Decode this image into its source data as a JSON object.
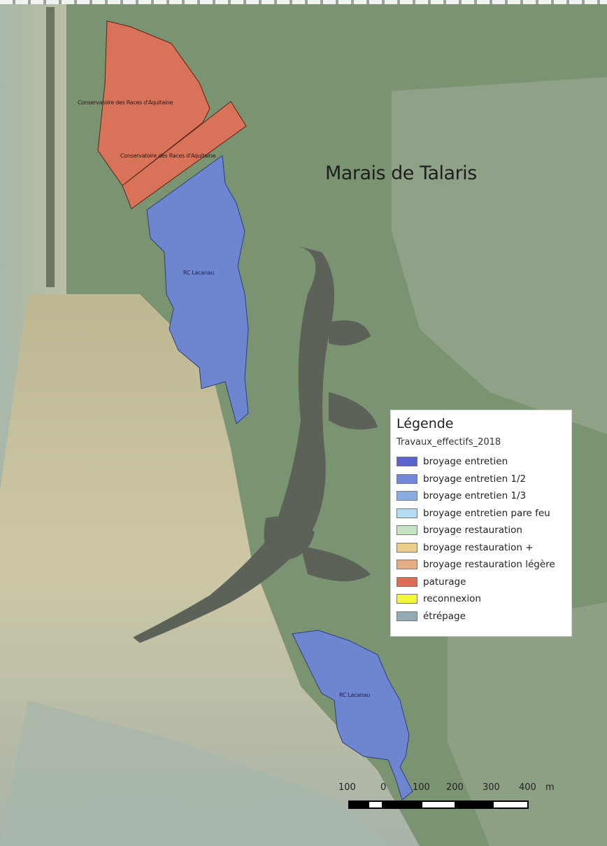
{
  "map": {
    "title": "Marais de Talaris"
  },
  "zones": {
    "conservatoire_1": "Conservatoire des Races d'Aquitaine",
    "conservatoire_2": "Conservatoire des Races d'Aquitaine",
    "rc_lacanau_1": "RC Lacanau",
    "rc_lacanau_2": "RC Lacanau"
  },
  "legend": {
    "title": "Légende",
    "layer": "Travaux_effectifs_2018",
    "items": [
      {
        "label": "broyage entretien",
        "color": "#5a63c9"
      },
      {
        "label": "broyage entretien 1/2",
        "color": "#7187d8"
      },
      {
        "label": "broyage entretien 1/3",
        "color": "#8aaee0"
      },
      {
        "label": "broyage entretien pare feu",
        "color": "#b5dbf2"
      },
      {
        "label": "broyage restauration",
        "color": "#c6e5c4"
      },
      {
        "label": "broyage restauration +",
        "color": "#eccd8c"
      },
      {
        "label": "broyage restauration légère",
        "color": "#e6ae86"
      },
      {
        "label": "paturage",
        "color": "#dd6e56"
      },
      {
        "label": "reconnexion",
        "color": "#f2f542"
      },
      {
        "label": "étrépage",
        "color": "#95a9b4"
      }
    ]
  },
  "scale": {
    "labels": [
      "100",
      "0",
      "100",
      "200",
      "300",
      "400",
      "m"
    ]
  },
  "colors": {
    "paturage_fill": "#d8735a",
    "entretien_fill": "#6e86cf",
    "forest": "#6f8a63",
    "water_channel": "#5c6258",
    "sand": "#c9c2a0"
  }
}
